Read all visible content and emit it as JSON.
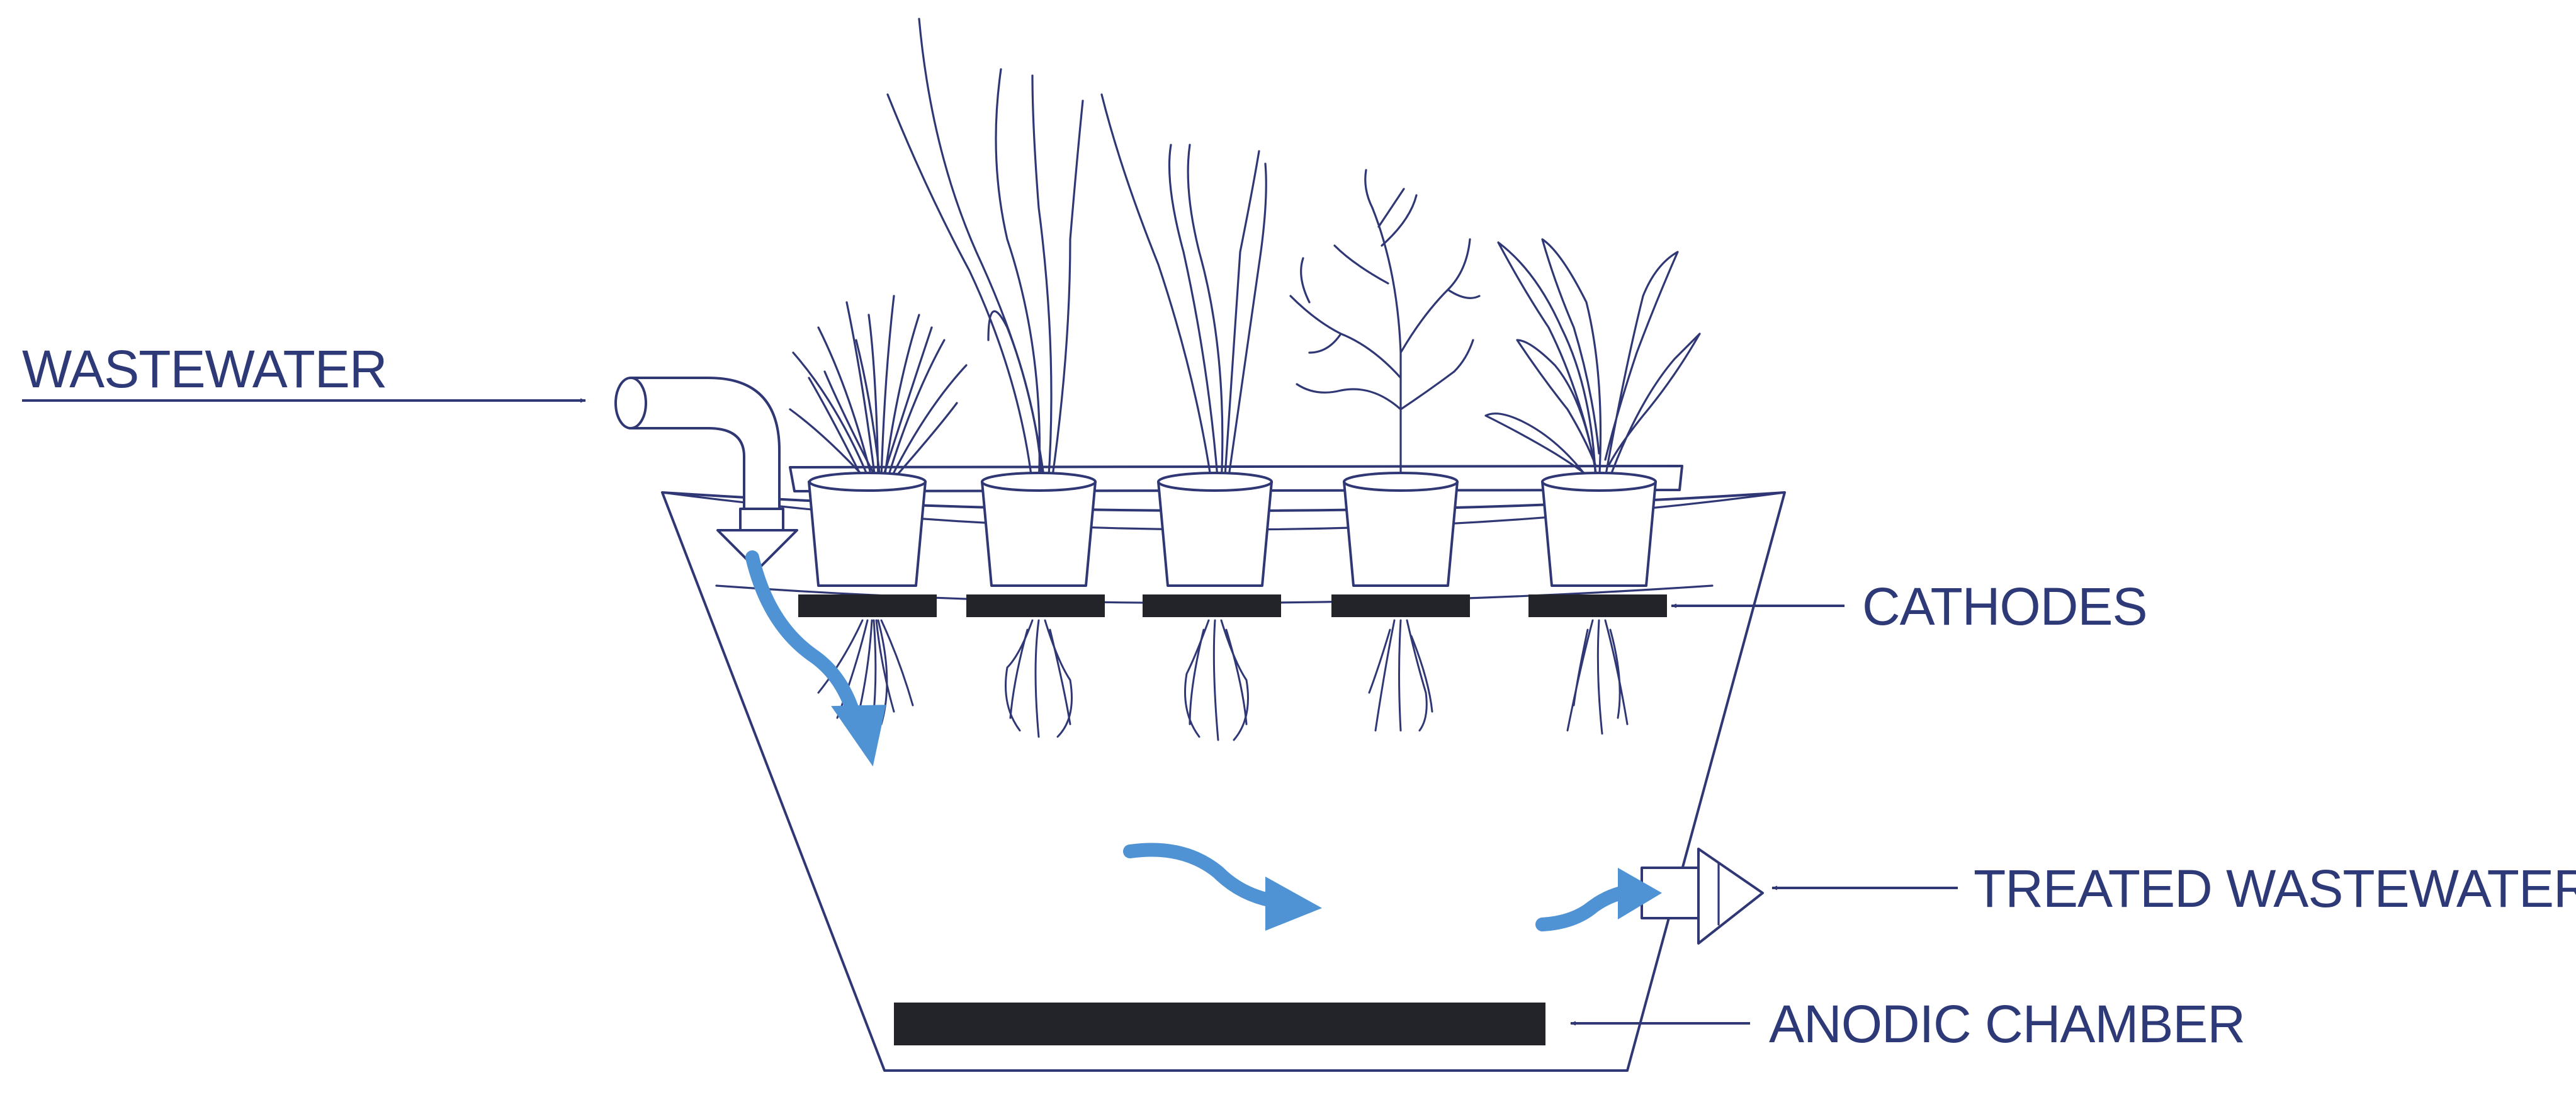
{
  "labels": {
    "wastewater": "WASTEWATER",
    "cathodes": "CATHODES",
    "treated_wastewater": "TREATED WASTEWATER",
    "anodic_chamber": "ANODIC CHAMBER"
  },
  "colors": {
    "outline": "#2f3775",
    "label_text": "#2e3a78",
    "water_flow": "#4f93d4",
    "electrode": "#23232a",
    "background": "#ffffff"
  },
  "components": {
    "plant_count": 5,
    "cathode_count": 5,
    "flow_arrow_count": 3
  }
}
